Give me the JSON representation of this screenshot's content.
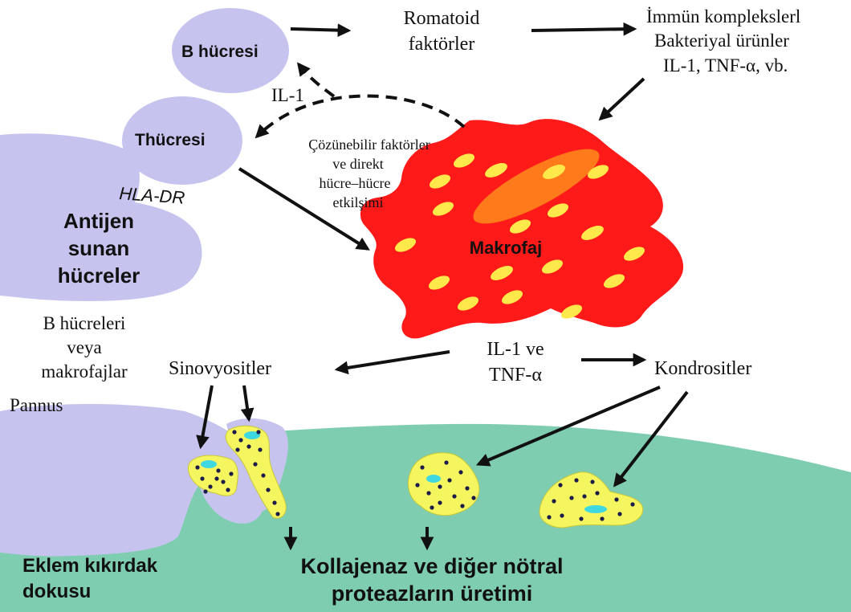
{
  "labels": {
    "b_cell": "B hücresi",
    "t_cell": "Thücresi",
    "rheumatoid_line1": "Romatoid",
    "rheumatoid_line2": "faktörler",
    "immune_line1": "İmmün komplekslerl",
    "immune_line2": "Bakteriyal ürünler",
    "immune_line3": "IL-1, TNF-α, vb.",
    "il1": "IL-1",
    "soluble_line1": "Çözünebilir faktörler",
    "soluble_line2": "ve direkt",
    "soluble_line3": "hücre–hücre",
    "soluble_line4": "etkilşimi",
    "hla_dr": "HLA-DR",
    "apc_line1": "Antijen",
    "apc_line2": "sunan",
    "apc_line3": "hücreler",
    "macrophage": "Makrofaj",
    "bcells_line1": "B hücreleri",
    "bcells_line2": "veya",
    "bcells_line3": "makrofajlar",
    "il1_tnf_line1": "IL-1 ve",
    "il1_tnf_line2": "TNF-α",
    "synoviocytes": "Sinovyositler",
    "chondrocytes": "Kondrositler",
    "pannus": "Pannus",
    "cartilage_line1": "Eklem kıkırdak",
    "cartilage_line2": "dokusu",
    "collagenase_line1": "Kollajenaz ve diğer nötral",
    "collagenase_line2": "proteazların üretimi"
  },
  "colors": {
    "cell_lavender": "#c6c4ee",
    "cartilage_teal": "#7fcdb1",
    "macrophage_red": "#ff1a1a",
    "macrophage_nucleus": "#ff7a1a",
    "granule_yellow": "#ffe94a",
    "cell_yellow": "#f5f560",
    "nucleus_cyan": "#3fd7e0",
    "dot_navy": "#1c1c4a",
    "arrow_black": "#111111"
  },
  "icons": [
    "arrow",
    "dashed-arrow"
  ]
}
